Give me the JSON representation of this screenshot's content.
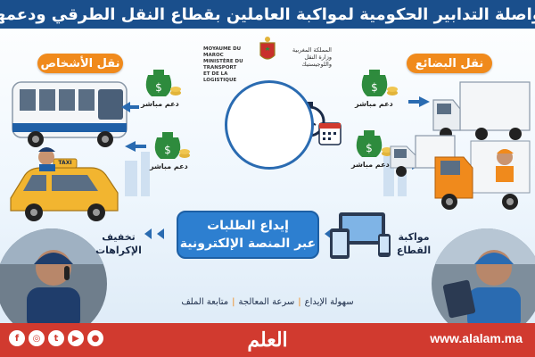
{
  "header": {
    "title": "مواصلة التدابير الحكومية لمواكبة العاملين بقطاع النقل الطرقي ودعمهم"
  },
  "sections": {
    "passengers_label": "نقل الأشخاص",
    "goods_label": "نقل البضائع"
  },
  "ministry": {
    "fr_line1": "MOYAUME DU MAROC",
    "fr_line2": "MINISTÈRE DU TRANSPORT",
    "fr_line3": "ET DE LA LOGISTIQUE",
    "ar_line1": "المملكة المغربية",
    "ar_line2": "وزارة النقل واللوجيستيك"
  },
  "subsidy_labels": [
    "دعم مباشر",
    "دعم مباشر",
    "دعم مباشر",
    "دعم مباشر"
  ],
  "cta": {
    "line1": "إيداع الطلبات",
    "line2": "عبر المنصة الإلكترونية"
  },
  "side_labels": {
    "left_line1": "تخفيف",
    "left_line2": "الإكراهات",
    "right_line1": "مواكبة",
    "right_line2": "القطاع"
  },
  "features": [
    "سهولة الإيداع",
    "سرعة المعالجة",
    "متابعة الملف"
  ],
  "taxi_sign": "TAXI",
  "footer": {
    "logo": "العلم",
    "url": "www.alalam.ma",
    "social": [
      "f",
      "◎",
      "t",
      "▶",
      "●"
    ]
  },
  "colors": {
    "primary_blue": "#1a4f8c",
    "accent_orange": "#f08a1c",
    "footer_red": "#d13a2f",
    "money_green": "#2e8b3d"
  }
}
